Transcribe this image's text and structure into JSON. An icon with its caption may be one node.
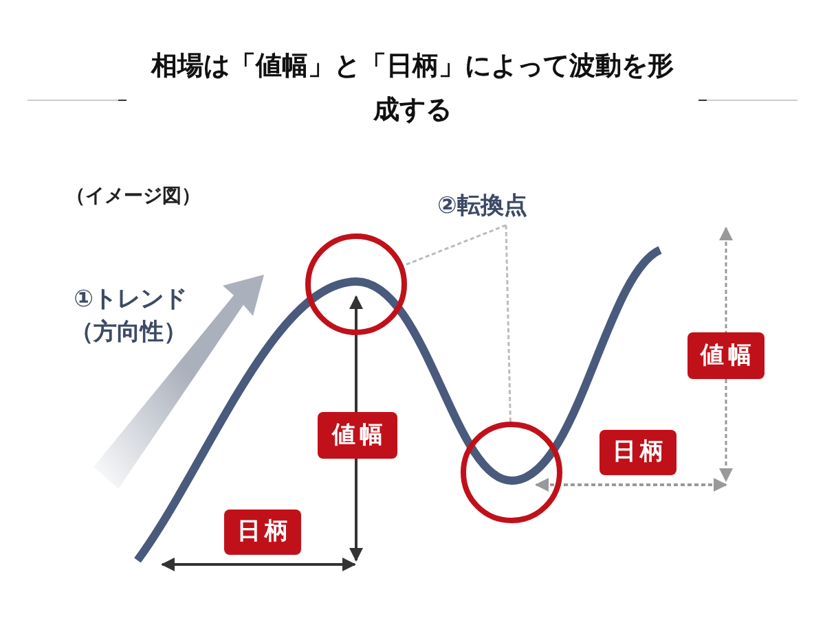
{
  "diagram": {
    "title": "相場は「値幅」と「日柄」によって波動を形成する",
    "nodes": [
      {
        "text": [
          "②転換点"
        ]
      },
      {
        "text": [],
        "shape": "circle"
      },
      {
        "text": [],
        "shape": "circle"
      }
    ],
    "edges": [
      {
        "from": 0,
        "to": 1,
        "arrow": "none",
        "style": "dashed"
      },
      {
        "from": 0,
        "to": 2,
        "arrow": "none",
        "style": "dashed"
      }
    ],
    "labels": [
      "（イメージ図）",
      "①トレンド（方向性）",
      "値幅",
      "値幅",
      "日柄",
      "日柄"
    ]
  }
}
